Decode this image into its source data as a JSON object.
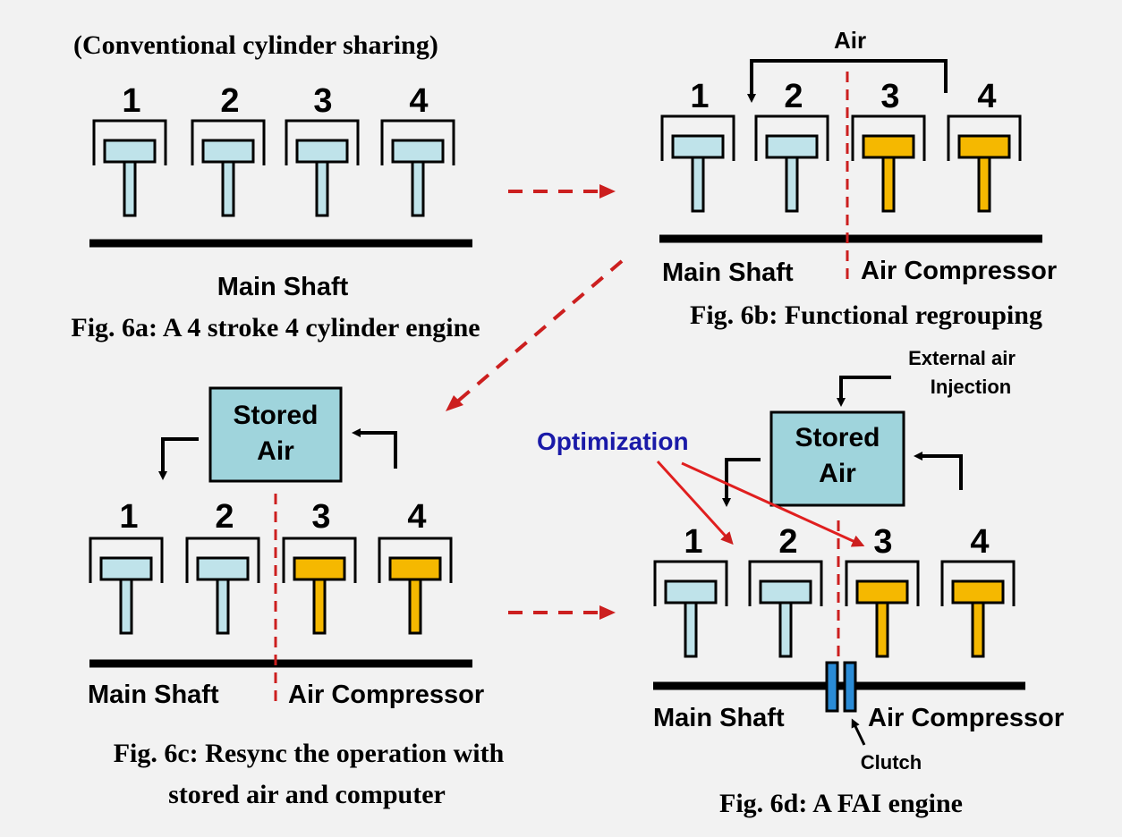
{
  "colors": {
    "background": "#f2f2f2",
    "piston_blue": "#bfe3ea",
    "piston_orange": "#f5b800",
    "store_box": "#9fd4dc",
    "dashed_red": "#cc1f1f",
    "optimization": "#1a1aa8",
    "clutch": "#2a8bd6"
  },
  "panel_a": {
    "subtitle": "(Conventional cylinder sharing)",
    "cylinder_numbers": [
      "1",
      "2",
      "3",
      "4"
    ],
    "shaft_label": "Main Shaft",
    "caption": "Fig. 6a: A 4 stroke 4 cylinder engine"
  },
  "panel_b": {
    "air_label": "Air",
    "cylinder_numbers": [
      "1",
      "2",
      "3",
      "4"
    ],
    "left_label": "Main Shaft",
    "right_label": "Air Compressor",
    "caption": "Fig. 6b: Functional regrouping"
  },
  "panel_c": {
    "box_line1": "Stored",
    "box_line2": "Air",
    "cylinder_numbers": [
      "1",
      "2",
      "3",
      "4"
    ],
    "left_label": "Main Shaft",
    "right_label": "Air Compressor",
    "caption_line1": "Fig. 6c: Resync the operation with",
    "caption_line2": "stored air and computer"
  },
  "panel_d": {
    "external_line1": "External air",
    "external_line2": "Injection",
    "optimization_label": "Optimization",
    "box_line1": "Stored",
    "box_line2": "Air",
    "cylinder_numbers": [
      "1",
      "2",
      "3",
      "4"
    ],
    "left_label": "Main Shaft",
    "right_label": "Air Compressor",
    "clutch_label": "Clutch",
    "caption": "Fig. 6d: A FAI engine"
  }
}
